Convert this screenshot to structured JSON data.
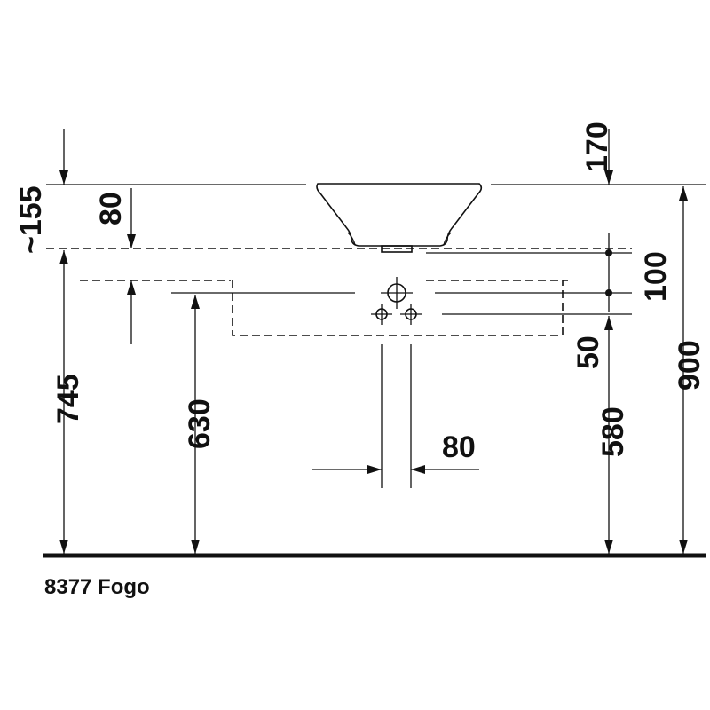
{
  "diagram": {
    "caption": "8377 Fogo",
    "dimensions": {
      "top_offset": "170",
      "basin_height": "~155",
      "basin_inner": "80",
      "right_gap": "100",
      "lower_gap": "50",
      "total_height": "900",
      "counter_height": "745",
      "drain_height": "630",
      "supply_height": "580",
      "pipe_spacing": "80"
    }
  }
}
